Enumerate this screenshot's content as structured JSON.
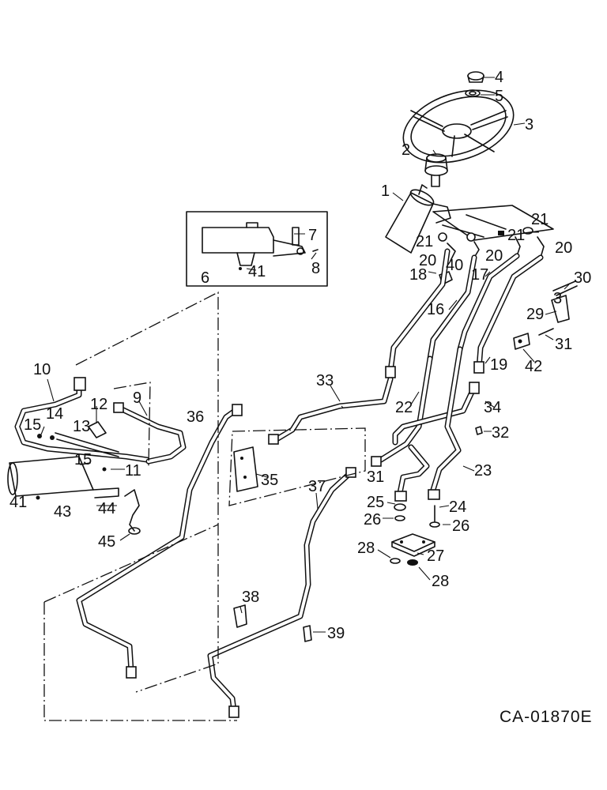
{
  "figure": {
    "caption": "CA-01870E",
    "callouts": [
      {
        "id": "c1",
        "text": "1"
      },
      {
        "id": "c2",
        "text": "2"
      },
      {
        "id": "c3",
        "text": "3"
      },
      {
        "id": "c4",
        "text": "4"
      },
      {
        "id": "c5",
        "text": "5"
      },
      {
        "id": "c6",
        "text": "6"
      },
      {
        "id": "c7",
        "text": "7"
      },
      {
        "id": "c8",
        "text": "8"
      },
      {
        "id": "c9",
        "text": "9"
      },
      {
        "id": "c10",
        "text": "10"
      },
      {
        "id": "c11",
        "text": "11"
      },
      {
        "id": "c12",
        "text": "12"
      },
      {
        "id": "c13",
        "text": "13"
      },
      {
        "id": "c14",
        "text": "14"
      },
      {
        "id": "c15a",
        "text": "15"
      },
      {
        "id": "c15b",
        "text": "15"
      },
      {
        "id": "c16",
        "text": "16"
      },
      {
        "id": "c17",
        "text": "17"
      },
      {
        "id": "c18",
        "text": "18"
      },
      {
        "id": "c19",
        "text": "19"
      },
      {
        "id": "c20a",
        "text": "20"
      },
      {
        "id": "c20b",
        "text": "20"
      },
      {
        "id": "c20c",
        "text": "20"
      },
      {
        "id": "c21a",
        "text": "21"
      },
      {
        "id": "c21b",
        "text": "21"
      },
      {
        "id": "c21c",
        "text": "21"
      },
      {
        "id": "c22",
        "text": "22"
      },
      {
        "id": "c23",
        "text": "23"
      },
      {
        "id": "c24",
        "text": "24"
      },
      {
        "id": "c25",
        "text": "25"
      },
      {
        "id": "c26a",
        "text": "26"
      },
      {
        "id": "c26b",
        "text": "26"
      },
      {
        "id": "c27",
        "text": "27"
      },
      {
        "id": "c28a",
        "text": "28"
      },
      {
        "id": "c28b",
        "text": "28"
      },
      {
        "id": "c29",
        "text": "29"
      },
      {
        "id": "c30",
        "text": "30"
      },
      {
        "id": "c31a",
        "text": "31"
      },
      {
        "id": "c31b",
        "text": "31"
      },
      {
        "id": "c32",
        "text": "32"
      },
      {
        "id": "c33",
        "text": "33"
      },
      {
        "id": "c34",
        "text": "34"
      },
      {
        "id": "c35",
        "text": "35"
      },
      {
        "id": "c36",
        "text": "36"
      },
      {
        "id": "c37",
        "text": "37"
      },
      {
        "id": "c38",
        "text": "38"
      },
      {
        "id": "c39",
        "text": "39"
      },
      {
        "id": "c3b",
        "text": "3"
      },
      {
        "id": "c40",
        "text": "40"
      },
      {
        "id": "c41a",
        "text": "41"
      },
      {
        "id": "c41b",
        "text": "41"
      },
      {
        "id": "c42",
        "text": "42"
      },
      {
        "id": "c43",
        "text": "43"
      },
      {
        "id": "c44",
        "text": "44"
      },
      {
        "id": "c45",
        "text": "45"
      }
    ]
  }
}
